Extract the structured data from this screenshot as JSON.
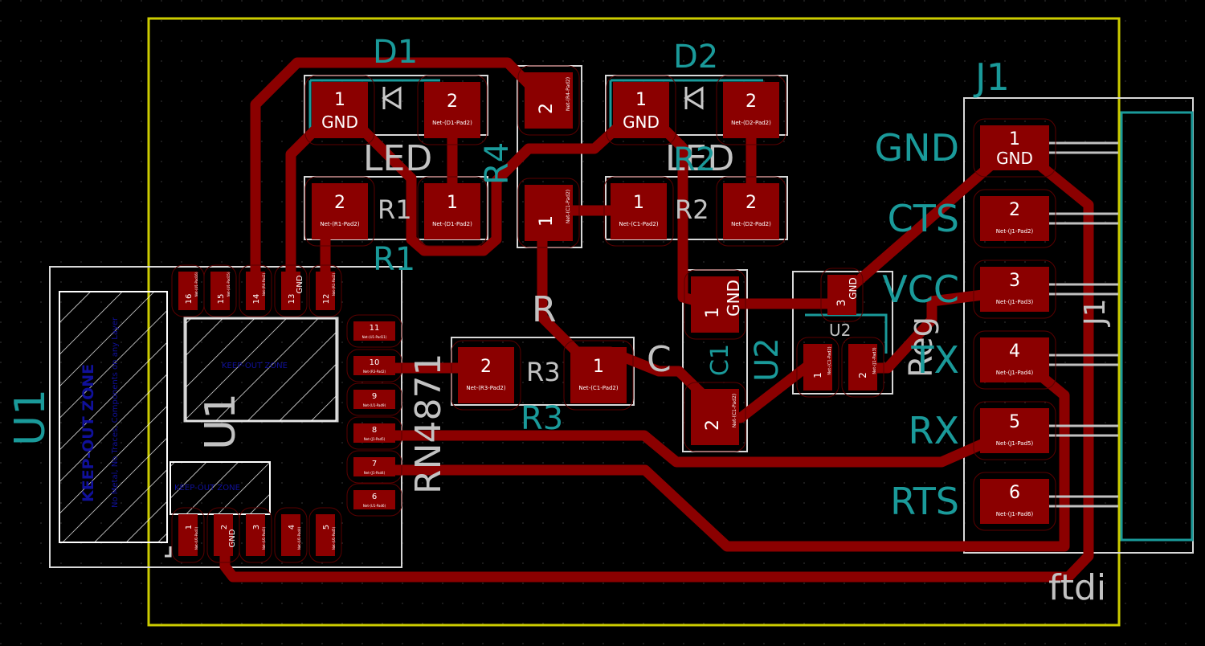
{
  "board": {
    "name": "ftdi",
    "colors": {
      "background": "#000000",
      "edge_cuts": "#cccc00",
      "copper": "#8b0000",
      "silkscreen": "#c2c2c2",
      "reference": "#1a9a9a",
      "courtyard": "#e0e0e0",
      "fab": "#1010a0"
    }
  },
  "components": {
    "D1": {
      "ref": "D1",
      "value": "LED",
      "pad1_num": "1",
      "pad1_net": "GND",
      "pad2_num": "2",
      "pad2_net": "Net-(D1-Pad2)"
    },
    "D2": {
      "ref": "D2",
      "value": "LED",
      "pad1_num": "1",
      "pad1_net": "GND",
      "pad2_num": "2",
      "pad2_net": "Net-(D2-Pad2)"
    },
    "R1": {
      "ref": "R1",
      "value": "R1",
      "pad1_num": "1",
      "pad1_net": "Net-(D1-Pad2)",
      "pad2_num": "2",
      "pad2_net": "Net-(R1-Pad2)"
    },
    "R2": {
      "ref": "R2",
      "value": "R2",
      "pad1_num": "1",
      "pad1_net": "Net-(C1-Pad2)",
      "pad2_num": "2",
      "pad2_net": "Net-(D2-Pad2)"
    },
    "R3": {
      "ref": "R3",
      "value": "R3",
      "pad1_num": "1",
      "pad1_net": "Net-(C1-Pad2)",
      "pad2_num": "2",
      "pad2_net": "Net-(R3-Pad2)"
    },
    "R4": {
      "ref": "R4",
      "value": "R",
      "pad1_num": "1",
      "pad1_net": "Net-(C1-Pad2)",
      "pad2_num": "2",
      "pad2_net": "Net-(R4-Pad2)"
    },
    "C1": {
      "ref": "C1",
      "value": "C",
      "pad1_num": "1",
      "pad1_net": "GND",
      "pad2_num": "2",
      "pad2_net": "Net-(C1-Pad2)"
    },
    "U2": {
      "ref": "U2",
      "value": "Reg",
      "pad1_num": "1",
      "pad1_net": "Net-(C1-Pad2)",
      "pad2_num": "2",
      "pad2_net": "Net-(J1-Pad3)",
      "pad3_num": "3",
      "pad3_net": "GND"
    },
    "U1": {
      "ref": "U1",
      "value": "RN4871",
      "keepout1": "KEEP-OUT ZONE",
      "keepout1_sub": "No Metal, No Traces, Components on any Layer",
      "keepout2": "KEEP-OUT ZONE",
      "keepout3": "KEEP-OUT ZONE",
      "top_pads": [
        {
          "num": "16",
          "net": "Net-(U1-Pad16)"
        },
        {
          "num": "15",
          "net": "Net-(U1-Pad15)"
        },
        {
          "num": "14",
          "net": "Net-(R4-Pad2)"
        },
        {
          "num": "13",
          "net": "GND"
        },
        {
          "num": "12",
          "net": "Net-(R1-Pad2)"
        }
      ],
      "right_pads": [
        {
          "num": "11",
          "net": "Net-(U1-Pad11)"
        },
        {
          "num": "10",
          "net": "Net-(R3-Pad2)"
        },
        {
          "num": "9",
          "net": "Net-(U1-Pad9)"
        },
        {
          "num": "8",
          "net": "Net-(J1-Pad5)"
        },
        {
          "num": "7",
          "net": "Net-(J1-Pad4)"
        },
        {
          "num": "6",
          "net": "Net-(U1-Pad6)"
        }
      ],
      "bottom_pads": [
        {
          "num": "1",
          "net": "Net-(U1-Pad1)"
        },
        {
          "num": "2",
          "net": "GND"
        },
        {
          "num": "3",
          "net": "Net-(U1-Pad3)"
        },
        {
          "num": "4",
          "net": "Net-(U1-Pad4)"
        },
        {
          "num": "5",
          "net": "Net-(U1-Pad5)"
        }
      ]
    },
    "J1": {
      "ref": "J1",
      "pins": [
        {
          "num": "1",
          "label": "GND",
          "net": "GND"
        },
        {
          "num": "2",
          "label": "CTS",
          "net": "Net-(J1-Pad2)"
        },
        {
          "num": "3",
          "label": "VCC",
          "net": "Net-(J1-Pad3)"
        },
        {
          "num": "4",
          "label": "TX",
          "net": "Net-(J1-Pad4)"
        },
        {
          "num": "5",
          "label": "RX",
          "net": "Net-(J1-Pad5)"
        },
        {
          "num": "6",
          "label": "RTS",
          "net": "Net-(J1-Pad6)"
        }
      ]
    }
  }
}
